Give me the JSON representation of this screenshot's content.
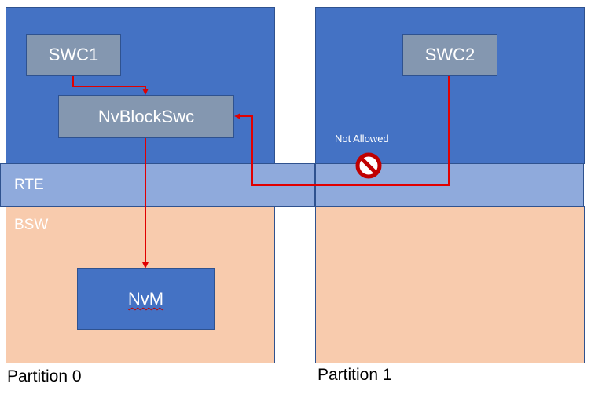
{
  "partitions": [
    {
      "label": "Partition 0"
    },
    {
      "label": "Partition 1"
    }
  ],
  "layers": {
    "rte": "RTE",
    "bsw": "BSW"
  },
  "components": {
    "swc1": "SWC1",
    "nvblockswc": "NvBlockSwc",
    "swc2": "SWC2",
    "nvm": "NvM"
  },
  "annotation": {
    "not_allowed": "Not Allowed"
  },
  "colors": {
    "application_layer": "#4472c4",
    "rte_layer": "#8faadc",
    "bsw_layer": "#f8cbad",
    "swc_box": "#8497b0",
    "arrow": "#e00000",
    "prohibited_icon": "#c00000",
    "border": "#2f528f"
  }
}
